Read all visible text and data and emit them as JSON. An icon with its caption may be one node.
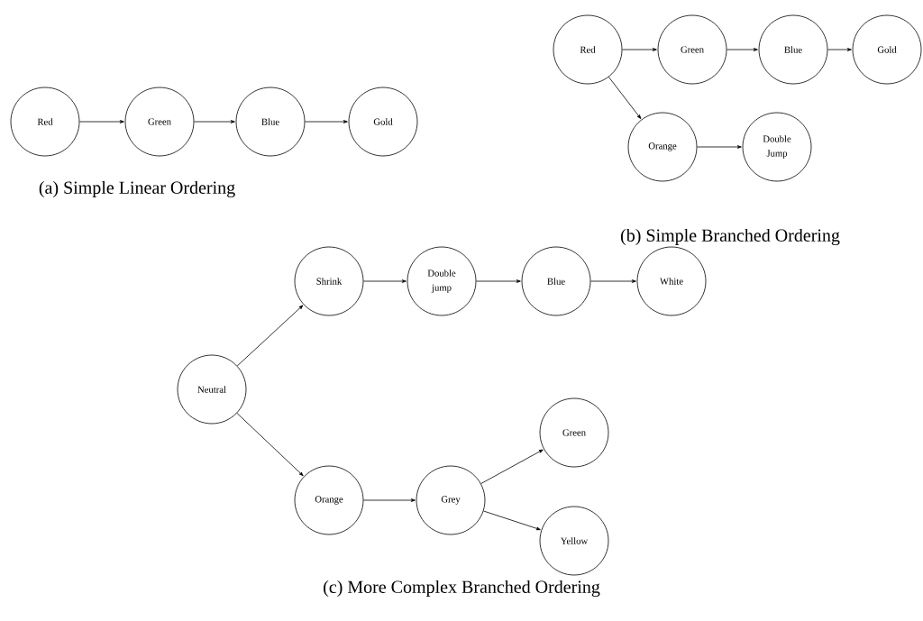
{
  "diagram": {
    "nodes": [
      {
        "text": [
          "Red"
        ]
      },
      {
        "text": [
          "Green"
        ]
      },
      {
        "text": [
          "Blue"
        ]
      },
      {
        "text": [
          "Gold"
        ]
      },
      {
        "text": [
          "Red"
        ]
      },
      {
        "text": [
          "Green"
        ]
      },
      {
        "text": [
          "Blue"
        ]
      },
      {
        "text": [
          "Gold"
        ]
      },
      {
        "text": [
          "Orange"
        ]
      },
      {
        "text": [
          "Double Jump"
        ]
      },
      {
        "text": [
          "Neutral"
        ]
      },
      {
        "text": [
          "Shrink"
        ]
      },
      {
        "text": [
          "Double jump"
        ]
      },
      {
        "text": [
          "Blue"
        ]
      },
      {
        "text": [
          "White"
        ]
      },
      {
        "text": [
          "Orange"
        ]
      },
      {
        "text": [
          "Grey"
        ]
      },
      {
        "text": [
          "Green"
        ]
      },
      {
        "text": [
          "Yellow"
        ]
      }
    ],
    "edges": [
      {
        "from": 0,
        "to": 1,
        "arrow": "to"
      },
      {
        "from": 1,
        "to": 2,
        "arrow": "to"
      },
      {
        "from": 2,
        "to": 3,
        "arrow": "to"
      },
      {
        "from": 4,
        "to": 5,
        "arrow": "to"
      },
      {
        "from": 5,
        "to": 6,
        "arrow": "to"
      },
      {
        "from": 6,
        "to": 7,
        "arrow": "to"
      },
      {
        "from": 4,
        "to": 8,
        "arrow": "to"
      },
      {
        "from": 8,
        "to": 9,
        "arrow": "to"
      },
      {
        "from": 10,
        "to": 11,
        "arrow": "to"
      },
      {
        "from": 10,
        "to": 15,
        "arrow": "to"
      },
      {
        "from": 11,
        "to": 12,
        "arrow": "to"
      },
      {
        "from": 12,
        "to": 13,
        "arrow": "to"
      },
      {
        "from": 13,
        "to": 14,
        "arrow": "to"
      },
      {
        "from": 15,
        "to": 16,
        "arrow": "to"
      },
      {
        "from": 16,
        "to": 17,
        "arrow": "to"
      },
      {
        "from": 16,
        "to": 18,
        "arrow": "to"
      }
    ],
    "labels": [
      "(a) Simple Linear Ordering",
      "(b) Simple Branched Ordering",
      "(c) More Complex Branched Ordering"
    ]
  }
}
